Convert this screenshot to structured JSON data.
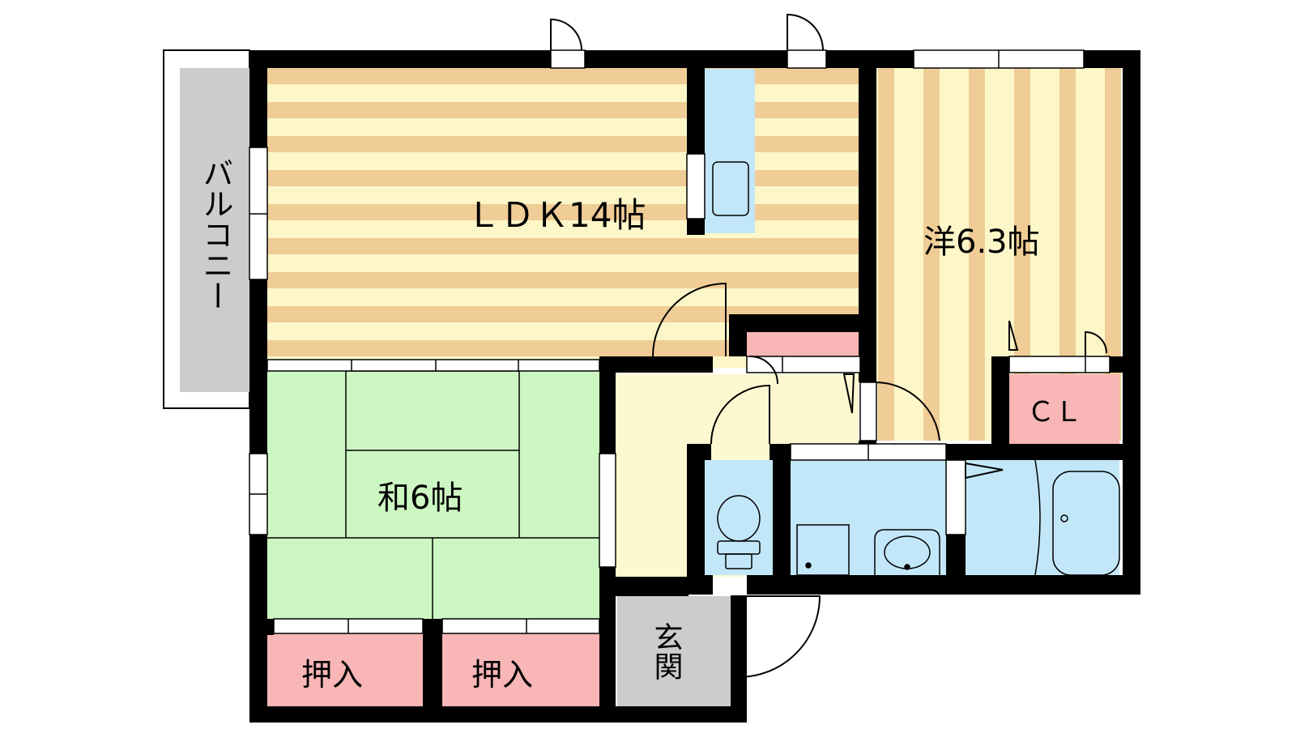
{
  "rooms": {
    "ldk": "ＬＤＫ14帖",
    "western": "洋6.3帖",
    "closet": "ＣＬ",
    "japanese": "和6帖",
    "oshiire_left": "押入",
    "oshiire_right": "押入",
    "entrance": "玄関",
    "balcony": "バルコニー"
  },
  "colors": {
    "wall": "#000000",
    "floor_wood_light": "#fdf6c8",
    "floor_wood_dark": "#f0cd96",
    "tatami": "#cdf7c2",
    "wet_area": "#c2e7f8",
    "storage": "#f8b6b6",
    "hallway": "#fdf8cf",
    "entrance": "#cccccc",
    "balcony": "#cccccc"
  },
  "icons": [
    "toilet-icon",
    "washbasin-icon",
    "bathtub-icon",
    "kitchen-sink-icon",
    "washing-machine-icon"
  ]
}
